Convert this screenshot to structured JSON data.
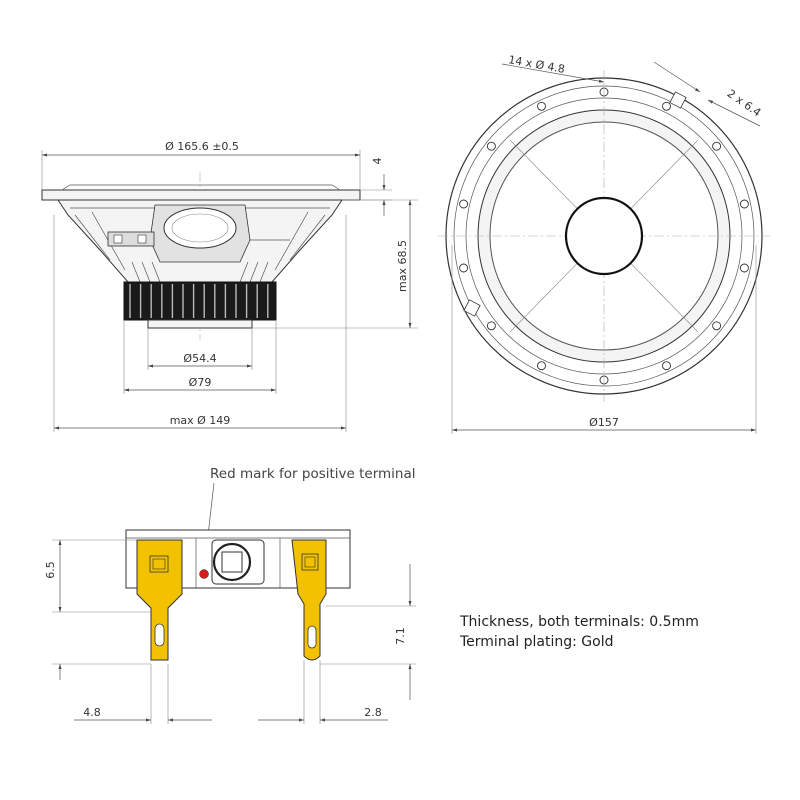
{
  "side_view": {
    "frame_diameter": "Ø 165.6 ±0.5",
    "flange_thickness": "4",
    "max_depth": "max 68.5",
    "vent_diameter": "Ø54.4",
    "magnet_diameter": "Ø79",
    "max_basket_diameter": "max Ø 149"
  },
  "front_view": {
    "mounting_holes": "14 x Ø 4.8",
    "slots": "2 x 6.4",
    "cutout_diameter": "Ø157"
  },
  "terminals": {
    "red_mark_note": "Red mark for positive terminal",
    "height_label": "6.5",
    "tab_length_label": "7.1",
    "wide_tab_label": "4.8",
    "narrow_tab_label": "2.8",
    "thickness_note": "Thickness, both terminals: 0.5mm",
    "plating_note": "Terminal plating: Gold",
    "gold_color": "#f2c200",
    "red_mark_color": "#d81b1b"
  }
}
